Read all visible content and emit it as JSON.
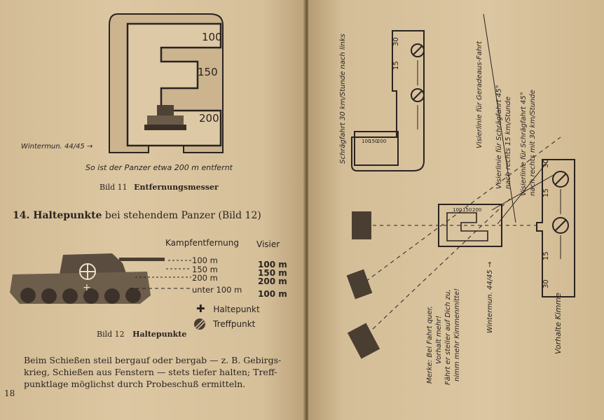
{
  "left_page": {
    "figure11": {
      "scale_marks": [
        "100",
        "150",
        "200"
      ],
      "caption_italic": "So ist der Panzer etwa 200 m entfernt",
      "side_note": "Wintermun. 44/45 →",
      "caption_num": "Bild 11",
      "caption_title": "Entfernungsmesser"
    },
    "section": {
      "number_title": "14. Haltepunkte",
      "subtitle": "bei stehendem Panzer (Bild 12)"
    },
    "table": {
      "col_distance": "Kampfentfernung",
      "col_sight": "Visier",
      "rows": [
        {
          "dist": "100 m",
          "sight": "100 m"
        },
        {
          "dist": "150 m",
          "sight": "150 m"
        },
        {
          "dist": "200 m",
          "sight": "200 m"
        },
        {
          "dist": "unter 100 m",
          "sight": "100 m"
        }
      ]
    },
    "legend": {
      "haltepunkt": "Haltepunkt",
      "treffpunkt": "Treffpunkt"
    },
    "figure12": {
      "caption_num": "Bild 12",
      "caption_title": "Haltepunkte"
    },
    "body_text": [
      "Beim Schießen steil bergauf oder bergab — z. B. Gebirgs-",
      "krieg, Schießen aus Fenstern — stets tiefer halten; Treff-",
      "punktlage möglichst durch Probeschuß ermitteln."
    ],
    "page_number": "18"
  },
  "right_page": {
    "label_schraegfahrt": "Schrägfahrt 30 km/Stunde nach links",
    "label_geradeaus": "Visierlinie für Geradeaus-Fahrt",
    "label_schraeg_left": [
      "Visierlinie für Schrägfahrt 45°",
      "nach rechts   15 km/Stunde"
    ],
    "label_schraeg_right": [
      "Visierlinie für Schrägfahrt 45°",
      "nach rechts mit 30 km/Stunde"
    ],
    "label_merke": [
      "Merke: Bei Fahrt quer,",
      "Vorhalt mehr!",
      "Fährt er steiler auf Dich zu,",
      "nimm mehr Kimmenmitte!"
    ],
    "label_wintermun": "Wintermun. 44/45 →",
    "label_vorhalte": "Vorhalte Kimme",
    "scale_top": [
      "30",
      "15"
    ],
    "scale_small": [
      "100",
      "150",
      "200"
    ],
    "scale_bottom": [
      "30",
      "15",
      "15",
      "30"
    ]
  }
}
